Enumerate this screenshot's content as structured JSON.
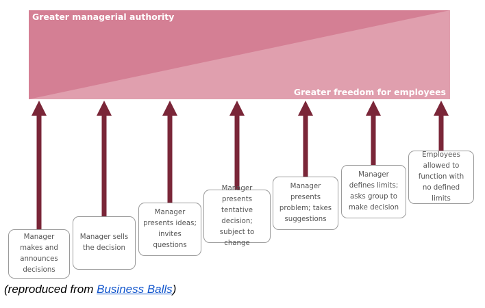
{
  "diagram": {
    "top_label": "Greater managerial authority",
    "bottom_label": "Greater freedom for employees",
    "colors": {
      "band_dark": "#d47f94",
      "band_light": "#e09fae",
      "arrow": "#7a2638",
      "box_border": "#9a9a9a",
      "box_text": "#555555"
    },
    "styles": [
      "Manager makes and announces decisions",
      "Manager sells the decision",
      "Manager presents ideas; invites questions",
      "Manager presents tentative decision; subject to change",
      "Manager presents problem; takes suggestions",
      "Manager defines limits; asks group to make decision",
      "Employees allowed to function with no defined limits"
    ]
  },
  "caption": {
    "prefix": "(reproduced from ",
    "link_text": "Business Balls",
    "suffix": ")"
  }
}
